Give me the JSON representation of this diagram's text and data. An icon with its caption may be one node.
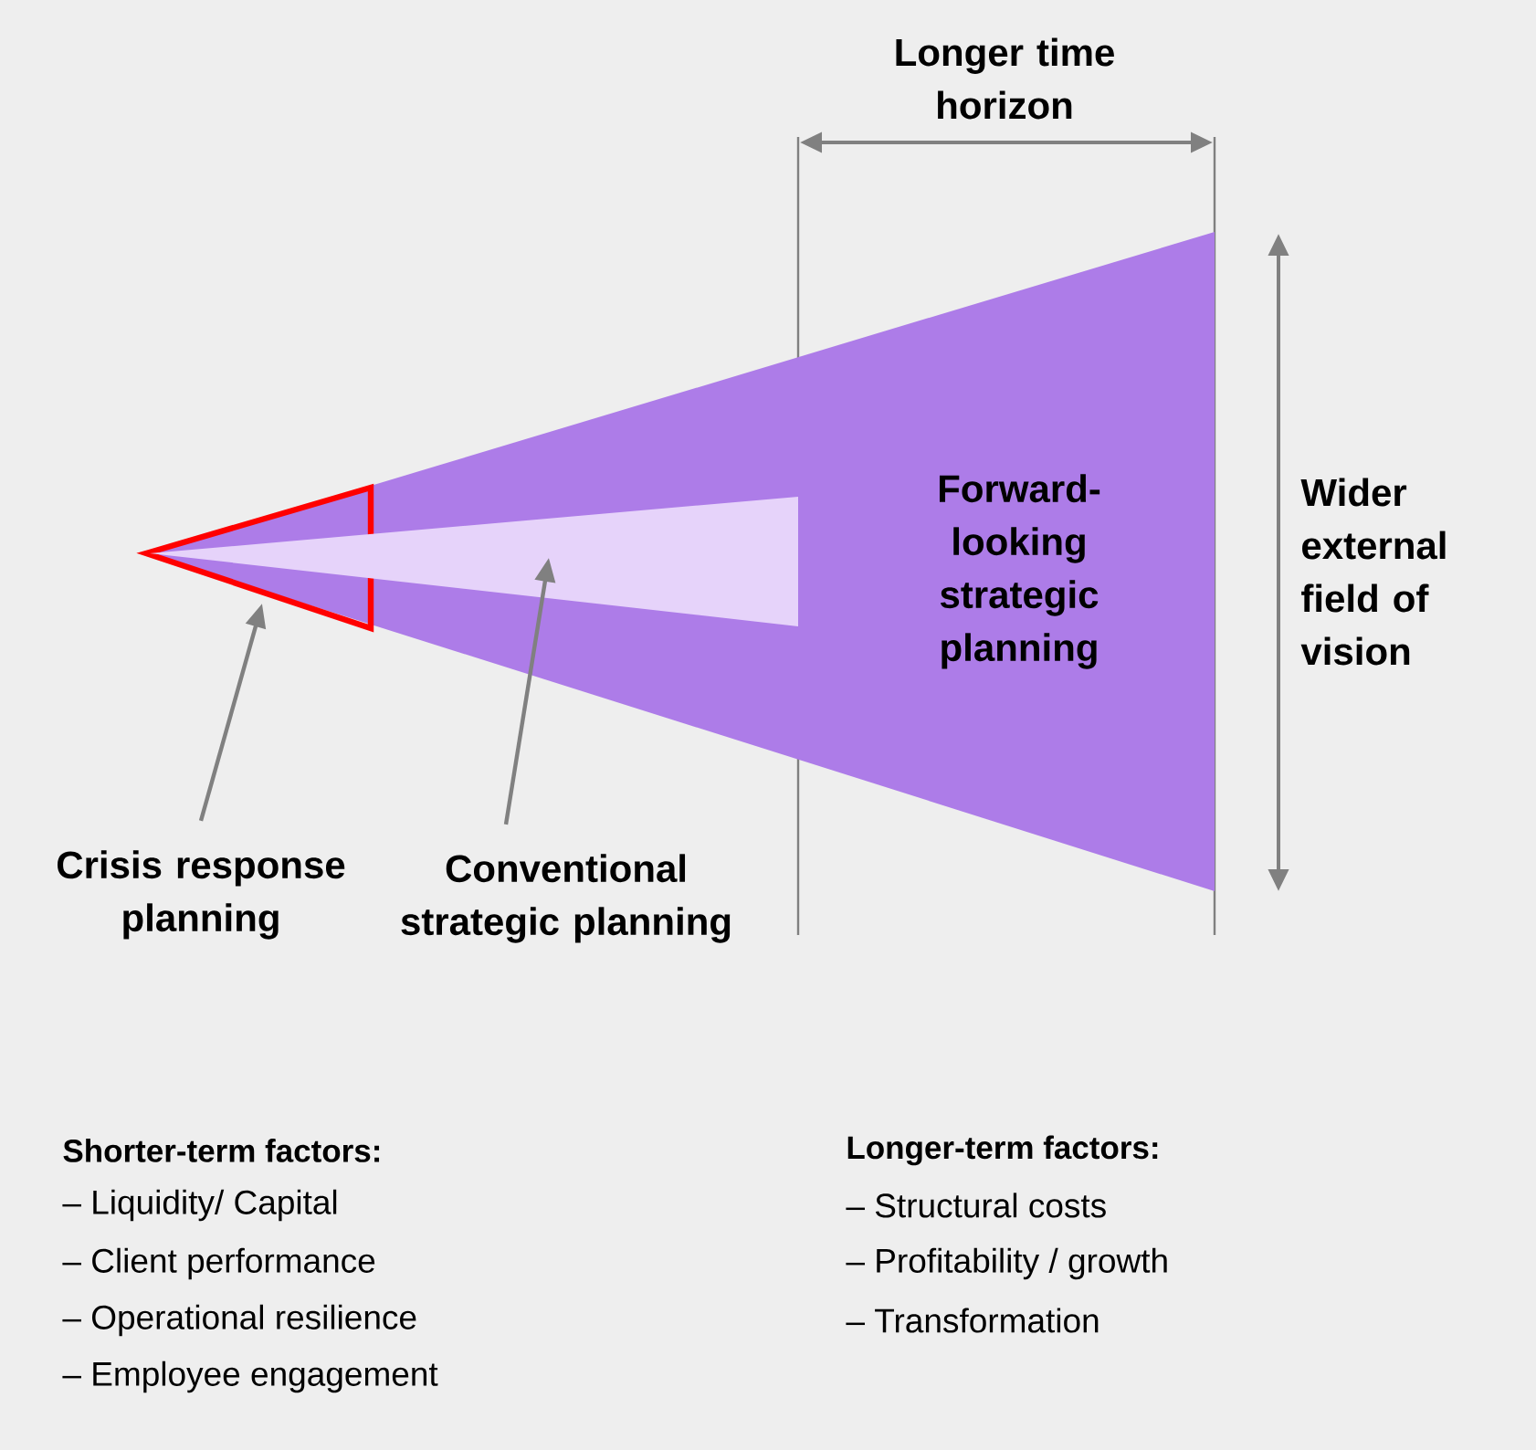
{
  "diagram": {
    "nodes": [
      {
        "text": [
          "Forward-looking strategic planning"
        ]
      },
      {
        "text": [],
        "shape": "triangle",
        "in": 0
      },
      {
        "text": [],
        "shape": "band",
        "in": 0
      },
      {
        "text": [
          "Crisis response planning"
        ]
      },
      {
        "text": [
          "Conventional strategic planning"
        ]
      }
    ],
    "edges": [
      {
        "from": 3,
        "to": 1,
        "arrow": "to"
      },
      {
        "from": 4,
        "to": 2,
        "arrow": "to"
      }
    ],
    "labels": [
      "Longer time horizon",
      "Wider external field of vision",
      "Shorter-term factors:",
      "– Liquidity/ Capital",
      "– Client performance",
      "– Operational resilience",
      "– Employee engagement",
      "Longer-term factors:",
      "– Structural costs",
      "– Profitability / growth",
      "– Transformation"
    ]
  }
}
